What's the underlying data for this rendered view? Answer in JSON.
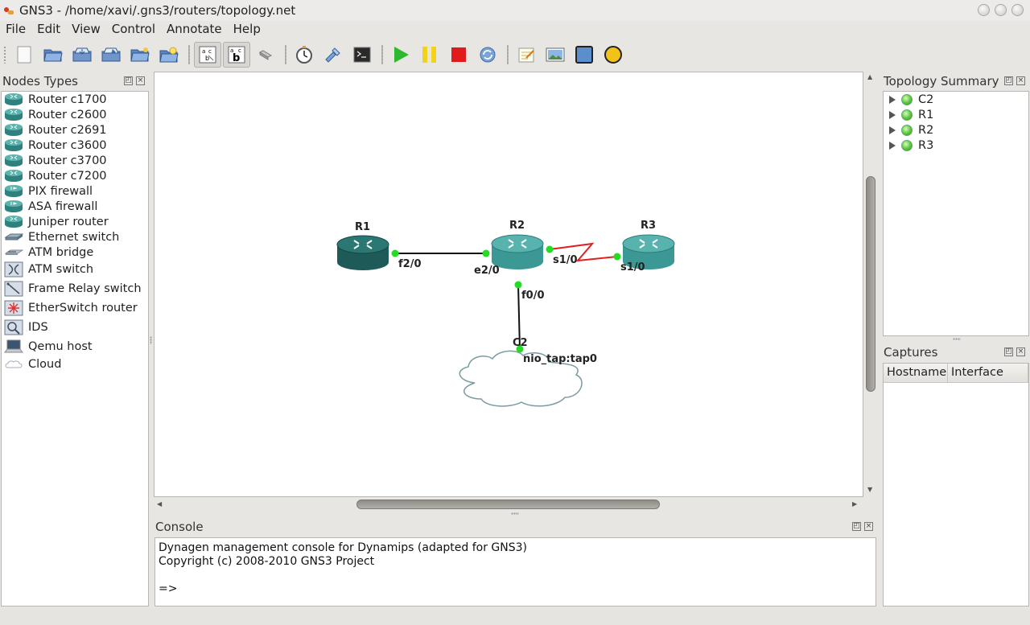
{
  "window": {
    "title": "GNS3 - /home/xavi/.gns3/routers/topology.net"
  },
  "menu": [
    "File",
    "Edit",
    "View",
    "Control",
    "Annotate",
    "Help"
  ],
  "toolbar": {
    "icons": [
      "new-file-icon",
      "open-folder-icon",
      "save-icon",
      "save-as-icon",
      "import-icon",
      "project-icon",
      "show-hostnames-icon",
      "show-interface-labels-icon",
      "add-link-icon",
      "clock-icon",
      "configure-icon",
      "console-icon",
      "start-icon",
      "pause-icon",
      "stop-icon",
      "reload-icon",
      "notes-icon",
      "screenshot-icon",
      "rectangle-icon",
      "ellipse-icon"
    ],
    "colors": {
      "start": "#2db82d",
      "pause": "#f3d21b",
      "stop": "#e11b1b",
      "rectangle": "#5a8ecc",
      "ellipse": "#f2c21b"
    }
  },
  "nodes_panel": {
    "title": "Nodes Types",
    "items": [
      {
        "label": "Router c1700",
        "icon": "router-icon"
      },
      {
        "label": "Router c2600",
        "icon": "router-icon"
      },
      {
        "label": "Router c2691",
        "icon": "router-icon"
      },
      {
        "label": "Router c3600",
        "icon": "router-icon"
      },
      {
        "label": "Router c3700",
        "icon": "router-icon"
      },
      {
        "label": "Router c7200",
        "icon": "router-icon"
      },
      {
        "label": "PIX firewall",
        "icon": "firewall-icon"
      },
      {
        "label": "ASA firewall",
        "icon": "firewall-icon"
      },
      {
        "label": "Juniper router",
        "icon": "router-icon"
      },
      {
        "label": "Ethernet switch",
        "icon": "ethernet-switch-icon"
      },
      {
        "label": "ATM bridge",
        "icon": "atm-bridge-icon"
      },
      {
        "label": "ATM switch",
        "icon": "atm-switch-icon"
      },
      {
        "label": "Frame Relay switch",
        "icon": "frame-relay-switch-icon"
      },
      {
        "label": "EtherSwitch router",
        "icon": "etherswitch-router-icon"
      },
      {
        "label": "IDS",
        "icon": "ids-icon"
      },
      {
        "label": "Qemu host",
        "icon": "qemu-host-icon"
      },
      {
        "label": "Cloud",
        "icon": "cloud-icon"
      }
    ]
  },
  "topology": {
    "nodes": {
      "r1": {
        "name": "R1",
        "color": "#1d5a58"
      },
      "r2": {
        "name": "R2",
        "color": "#3c9894"
      },
      "r3": {
        "name": "R3",
        "color": "#3c9894"
      },
      "c2": {
        "name": "C2"
      }
    },
    "labels": {
      "r1_f20": "f2/0",
      "r2_e20": "e2/0",
      "r2_s10": "s1/0",
      "r3_s10": "s1/0",
      "r2_f00": "f0/0",
      "c2_nio": "nio_tap:tap0"
    },
    "link_colors": {
      "ethernet": "#111111",
      "serial": "#e02020",
      "endpoint": "#22dd22"
    }
  },
  "topology_summary": {
    "title": "Topology Summary",
    "items": [
      "C2",
      "R1",
      "R2",
      "R3"
    ]
  },
  "captures": {
    "title": "Captures",
    "columns": [
      "Hostname",
      "Interface"
    ]
  },
  "console": {
    "title": "Console",
    "lines": [
      "Dynagen management console for Dynamips (adapted for GNS3)",
      "Copyright (c) 2008-2010 GNS3 Project",
      "",
      "=>"
    ]
  }
}
